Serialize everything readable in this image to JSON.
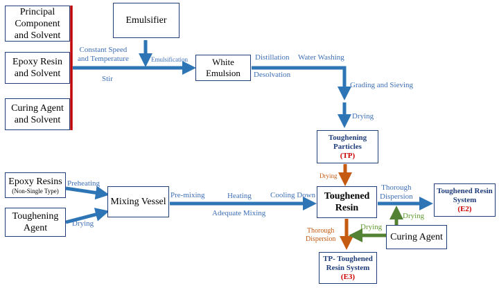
{
  "colors": {
    "blue": "#2e75b6",
    "orange": "#c55a11",
    "green": "#548235",
    "red": "#c00000",
    "label_blue": "#3d6fb5",
    "navy": "#1f3d7a"
  },
  "boxes": {
    "principal": [
      "Principal",
      "Component",
      "and Solvent"
    ],
    "epoxy_resin": [
      "Epoxy Resin",
      "and Solvent"
    ],
    "curing_solvent": [
      "Curing Agent",
      "and Solvent"
    ],
    "emulsifier": "Emulsifier",
    "white_emulsion": "White Emulsion",
    "toughening_particles": {
      "title": [
        "Toughening",
        "Particles"
      ],
      "code": "(TP)"
    },
    "epoxy_resins": {
      "title": "Epoxy Resins",
      "sub": "(Non-Single Type)"
    },
    "toughening_agent": [
      "Toughening",
      "Agent"
    ],
    "mixing_vessel": "Mixing Vessel",
    "toughened_resin": [
      "Toughened",
      "Resin"
    ],
    "toughened_system": {
      "title": [
        "Toughened Resin",
        "System"
      ],
      "code": "(E2)"
    },
    "curing_agent": "Curing Agent",
    "tp_system": {
      "title": [
        "TP- Toughened",
        "Resin System"
      ],
      "code": "(E3)"
    }
  },
  "labels": {
    "constant": [
      "Constant Speed",
      "and Temperature"
    ],
    "stir": "Stir",
    "emulsification": "Emulsification",
    "distillation": "Distillation",
    "desolvation": "Desolvation",
    "water_washing": "Water Washing",
    "grading": "Grading and Sieving",
    "drying_top": "Drying",
    "drying_tp": "Drying",
    "preheating": "Preheating",
    "drying_agent": "Drying",
    "premixing": "Pre-mixing",
    "heating": "Heating",
    "adequate": "Adequate Mixing",
    "cooling": "Cooling Down",
    "thorough_top": [
      "Thorough",
      "Dispersion"
    ],
    "thorough_orange": [
      "Thorough",
      "Dispersion"
    ],
    "drying_green_left": "Drying",
    "drying_green_right": "Drying"
  }
}
